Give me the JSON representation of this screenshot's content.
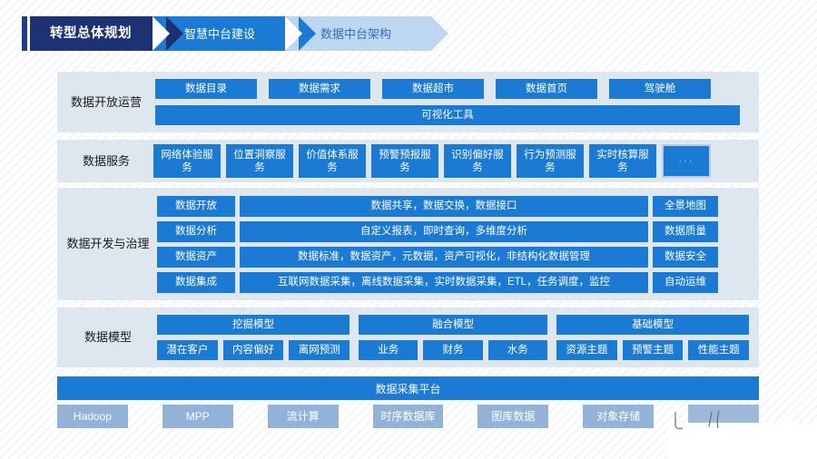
{
  "breadcrumb": {
    "items": [
      {
        "label": "转型总体规划",
        "state": "active"
      },
      {
        "label": "智慧中台建设",
        "state": "next"
      },
      {
        "label": "数据中台架构",
        "state": "upcoming"
      }
    ]
  },
  "colors": {
    "navy": "#1c3272",
    "accent_blue": "#1b7ad4",
    "pale_blue": "#bcd7ef",
    "panel_bg": "#dee6f0",
    "muted_block": "#92b2d8"
  },
  "rows": {
    "open_operation": {
      "label": "数据开放运营",
      "top_items": [
        "数据目录",
        "数据需求",
        "数据超市",
        "数据首页",
        "驾驶舱"
      ],
      "wide_item": "可视化工具"
    },
    "data_service": {
      "label": "数据服务",
      "items": [
        "网络体验服务",
        "位置洞察服务",
        "价值体系服务",
        "预警预报服务",
        "识别偏好服务",
        "行为预测服务",
        "实时核算服务"
      ],
      "more": "···"
    },
    "dev_governance": {
      "label": "数据开发与治理",
      "lines": [
        {
          "tag": "数据开放",
          "desc": "数据共享，数据交换，数据接口"
        },
        {
          "tag": "数据分析",
          "desc": "自定义报表，即时查询，多维度分析"
        },
        {
          "tag": "数据资产",
          "desc": "数据标准，数据资产，元数据，资产可视化，非结构化数据管理"
        },
        {
          "tag": "数据集成",
          "desc": "互联网数据采集，离线数据采集，实时数据采集，ETL，任务调度，监控"
        }
      ],
      "side_items": [
        "全景地图",
        "数据质量",
        "数据安全",
        "自动运维"
      ]
    },
    "data_model": {
      "label": "数据模型",
      "groups": [
        {
          "head": "挖掘模型",
          "subs": [
            "潜在客户",
            "内容偏好",
            "离网预测"
          ]
        },
        {
          "head": "融合模型",
          "subs": [
            "业务",
            "财务",
            "水务"
          ]
        },
        {
          "head": "基础模型",
          "subs": [
            "资源主题",
            "预警主题",
            "性能主题"
          ]
        }
      ]
    },
    "platform": {
      "label": "数据采集平台"
    },
    "tech_stack": {
      "items": [
        "Hadoop",
        "MPP",
        "流计算",
        "时序数据库",
        "图库数据",
        "对象存储",
        ""
      ]
    }
  }
}
